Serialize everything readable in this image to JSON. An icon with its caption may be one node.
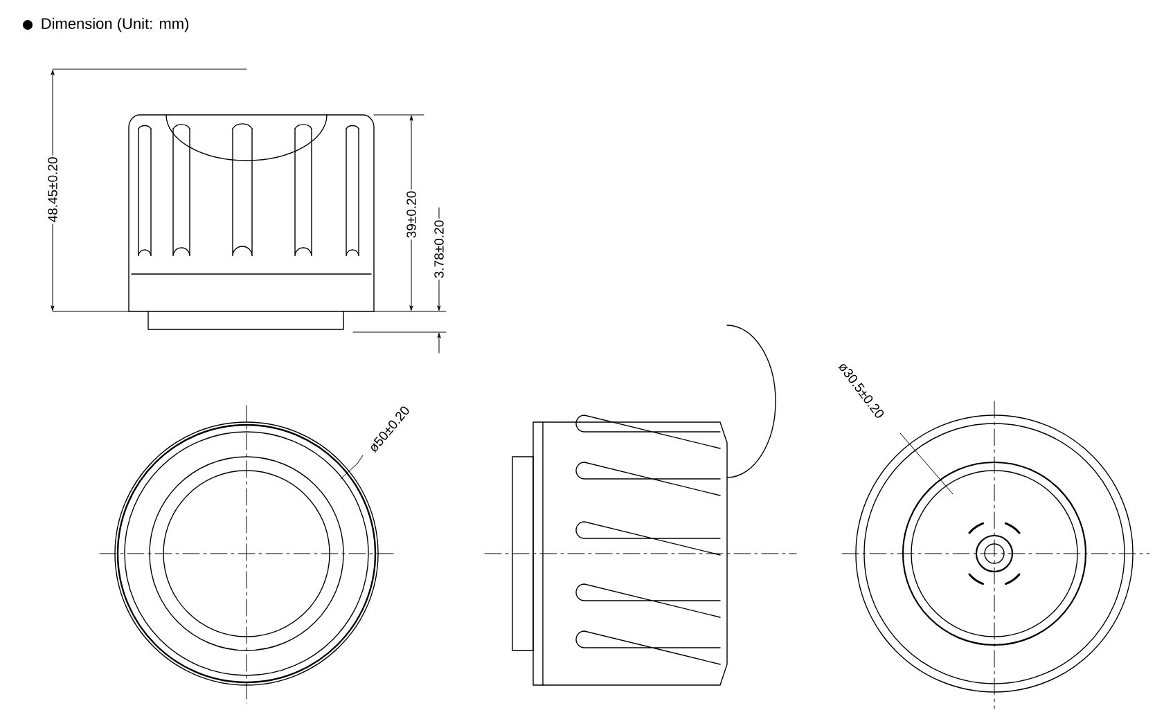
{
  "diagram": {
    "title": "Dimension (Unit: mm)",
    "labels": [
      "48.45±0.20",
      "39±0.20",
      "3.78±0.20",
      "ø50±0.20",
      "ø30.5±0.20"
    ]
  }
}
